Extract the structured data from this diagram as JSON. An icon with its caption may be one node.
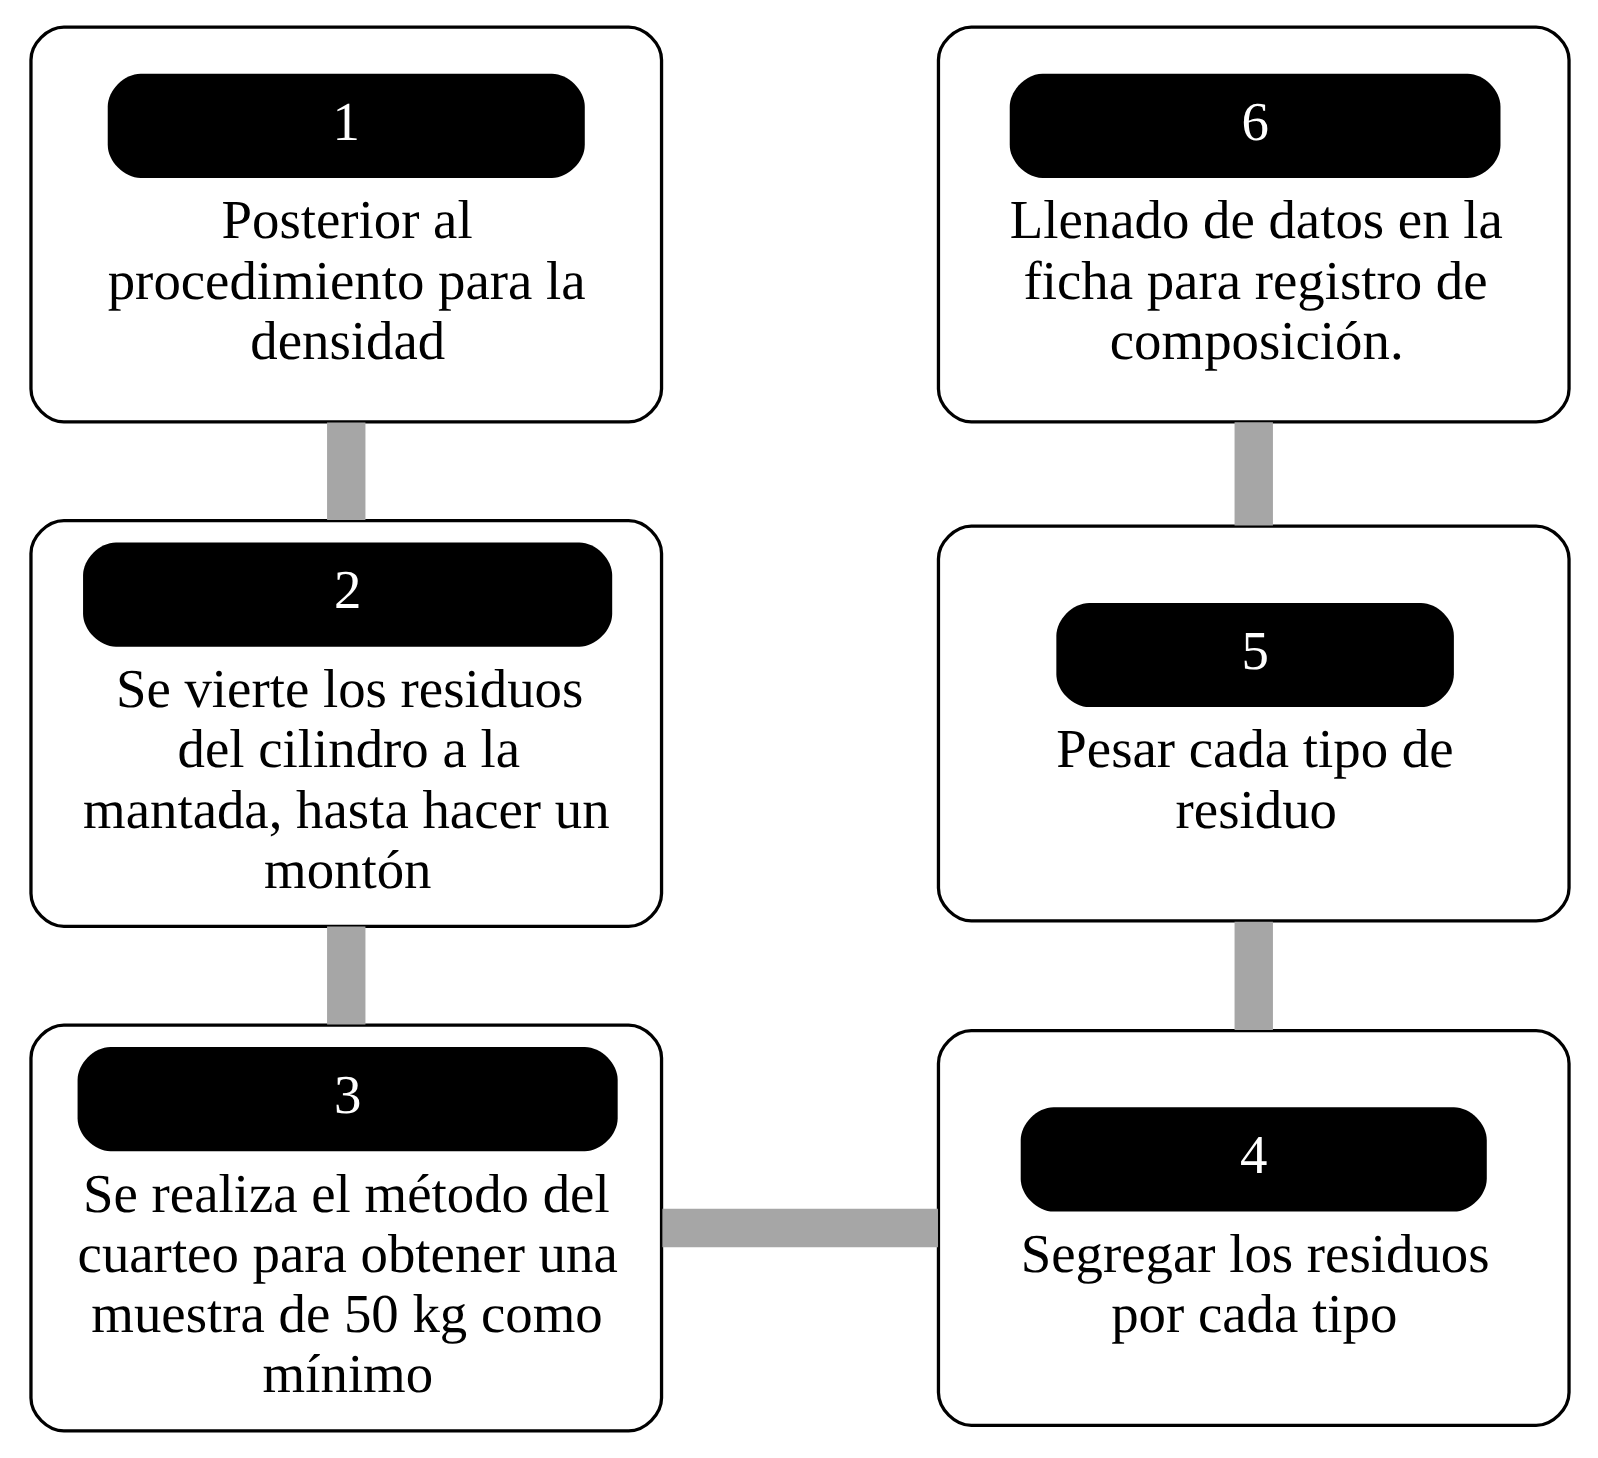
{
  "diagram": {
    "nodes": [
      {
        "text": [
          "1",
          "Posterior al procedimiento para la densidad"
        ]
      },
      {
        "text": [
          "2",
          "Se vierte los residuos del cilindro a la mantada, hasta hacer un montón"
        ]
      },
      {
        "text": [
          "3",
          "Se realiza el método del cuarteo para obtener una muestra de 50 kg como mínimo"
        ]
      },
      {
        "text": [
          "4",
          "Segregar los residuos por cada tipo"
        ]
      },
      {
        "text": [
          "5",
          "Pesar cada tipo de residuo"
        ]
      },
      {
        "text": [
          "6",
          "Llenado de datos en la ficha para registro de composición."
        ]
      }
    ],
    "edges": [
      {
        "from": 0,
        "to": 1,
        "arrow": "none"
      },
      {
        "from": 1,
        "to": 2,
        "arrow": "none"
      },
      {
        "from": 2,
        "to": 3,
        "arrow": "none"
      },
      {
        "from": 3,
        "to": 4,
        "arrow": "none"
      },
      {
        "from": 4,
        "to": 5,
        "arrow": "none"
      }
    ]
  }
}
